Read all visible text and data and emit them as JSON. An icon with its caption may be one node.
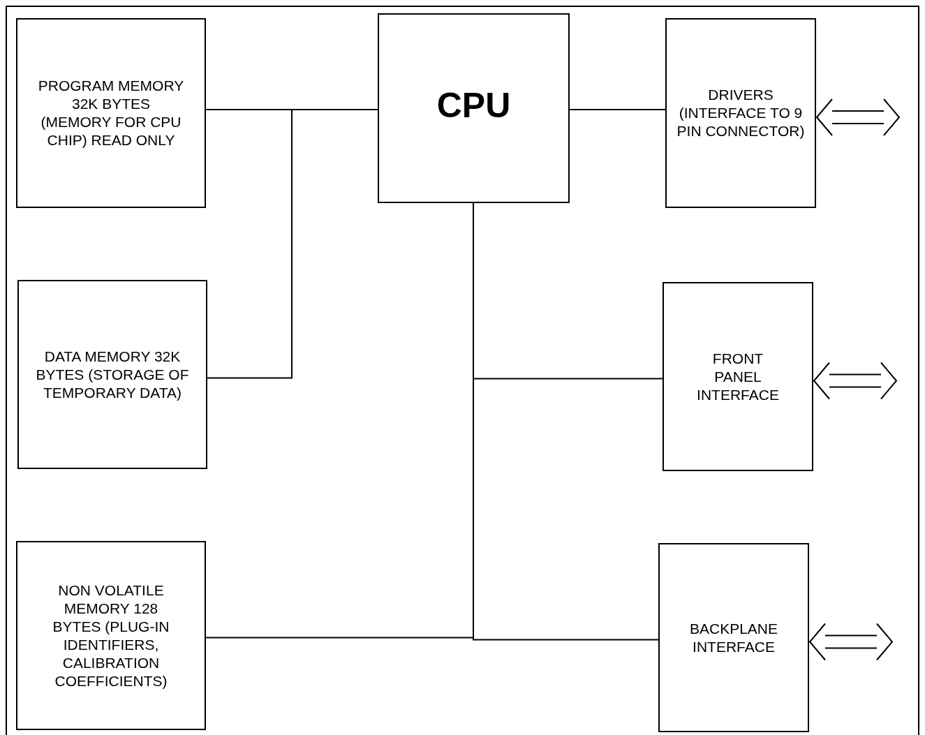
{
  "diagram": {
    "nodes": [
      {
        "text": [
          "PROGRAM MEMORY 32K BYTES (MEMORY FOR CPU CHIP) READ ONLY"
        ]
      },
      {
        "text": [
          "CPU"
        ]
      },
      {
        "text": [
          "DRIVERS (INTERFACE TO 9 PIN CONNECTOR)"
        ]
      },
      {
        "text": [
          "DATA MEMORY 32K BYTES (STORAGE OF TEMPORARY DATA)"
        ]
      },
      {
        "text": [
          "FRONT PANEL INTERFACE"
        ]
      },
      {
        "text": [
          "NON VOLATILE MEMORY 128 BYTES (PLUG-IN IDENTIFIERS, CALIBRATION COEFFICIENTS)"
        ]
      },
      {
        "text": [
          "BACKPLANE INTERFACE"
        ]
      }
    ],
    "edges": [
      {
        "from": 0,
        "to": 1,
        "arrow": "none"
      },
      {
        "from": 3,
        "to": 1,
        "arrow": "none"
      },
      {
        "from": 1,
        "to": 2,
        "arrow": "none"
      },
      {
        "from": 1,
        "to": 4,
        "arrow": "none"
      },
      {
        "from": 1,
        "to": 5,
        "arrow": "none"
      },
      {
        "from": 1,
        "to": 6,
        "arrow": "none"
      },
      {
        "from": 2,
        "to": null,
        "arrow": "both"
      },
      {
        "from": 4,
        "to": null,
        "arrow": "both"
      },
      {
        "from": 6,
        "to": null,
        "arrow": "both"
      }
    ]
  }
}
